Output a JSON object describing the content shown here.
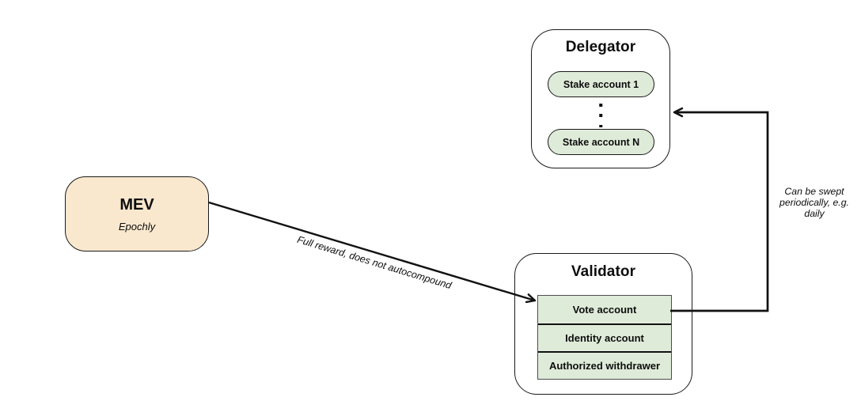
{
  "delegator": {
    "title": "Delegator",
    "stake_accounts": {
      "first": "Stake account 1",
      "last": "Stake account N"
    },
    "ellipsis_icon": "vertical-ellipsis"
  },
  "mev": {
    "title": "MEV",
    "subtitle": "Epochly"
  },
  "validator": {
    "title": "Validator",
    "rows": [
      "Vote account",
      "Identity account",
      "Authorized withdrawer"
    ]
  },
  "edges": {
    "full_reward": {
      "label": "Full reward, does not autocompound",
      "from": "MEV",
      "to": "Vote account"
    },
    "sweep": {
      "label_lines": [
        "Can be swept",
        "periodically, e.g.",
        "daily"
      ],
      "from": "Vote account",
      "to": "Delegator"
    }
  },
  "colors": {
    "node_green": "#dfebd9",
    "node_peach": "#fae8ce",
    "stroke": "#111111",
    "border_dark": "#1a1a1a",
    "canvas_bg": "#ffffff"
  }
}
